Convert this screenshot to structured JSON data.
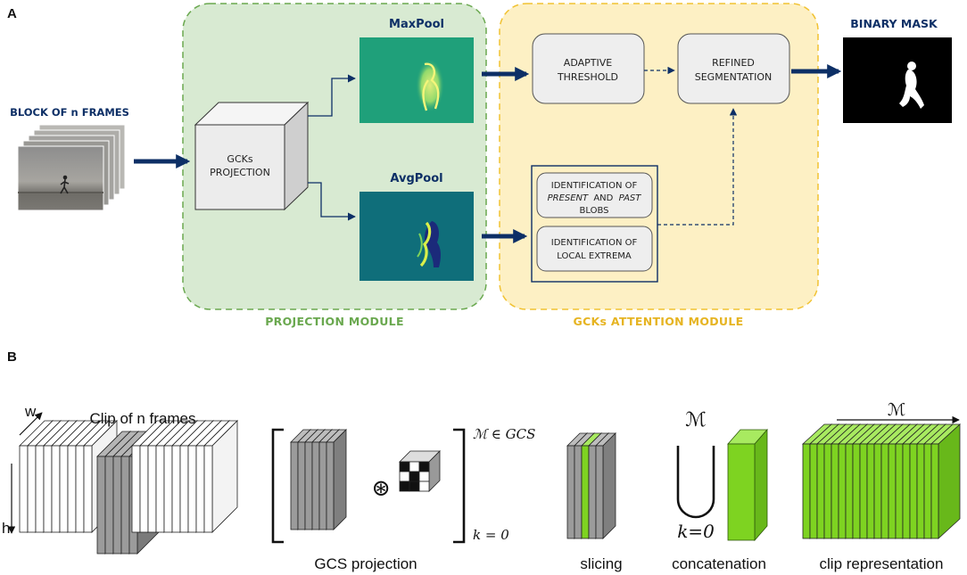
{
  "panel_a": {
    "letter": "A",
    "input_label": "BLOCK OF n FRAMES",
    "projection_box": [
      "GCKs",
      "PROJECTION"
    ],
    "maxpool_label": "MaxPool",
    "avgpool_label": "AvgPool",
    "adaptive_threshold": [
      "ADAPTIVE",
      "THRESHOLD"
    ],
    "refined_segmentation": [
      "REFINED",
      "SEGMENTATION"
    ],
    "identification_blobs": [
      "IDENTIFICATION OF",
      "PRESENT",
      "AND",
      "PAST",
      "BLOBS"
    ],
    "identification_extrema": [
      "IDENTIFICATION OF",
      "LOCAL EXTREMA"
    ],
    "binary_mask_label": "BINARY MASK",
    "projection_module_label": "PROJECTION MODULE",
    "attention_module_label": "GCKs ATTENTION MODULE",
    "colors": {
      "projection_fill": "#d8ead2",
      "projection_border": "#6aa84f",
      "projection_text": "#6aa84f",
      "attention_fill": "#fdf0c4",
      "attention_border": "#f1c232",
      "attention_text": "#e6b422",
      "arrow": "#0d2f66",
      "maxpool_bg": "#1fa07a",
      "avgpool_bg": "#0f6e7a"
    }
  },
  "panel_b": {
    "letter": "B",
    "w_label": "w",
    "h_label": "h",
    "clip_label": "Clip of n frames",
    "set_condition": "ℳ ∈ GCS",
    "k_condition": "k = 0",
    "conv_symbol": "⊛",
    "union_top": "ℳ",
    "union_bottom": "k=0",
    "arrow_label": "ℳ",
    "captions": {
      "gcs_projection": "GCS projection",
      "slicing": "slicing",
      "concatenation": "concatenation",
      "clip_representation": "clip representation"
    },
    "colors": {
      "green": "#7ed321",
      "gray": "#9b9b9b"
    }
  }
}
